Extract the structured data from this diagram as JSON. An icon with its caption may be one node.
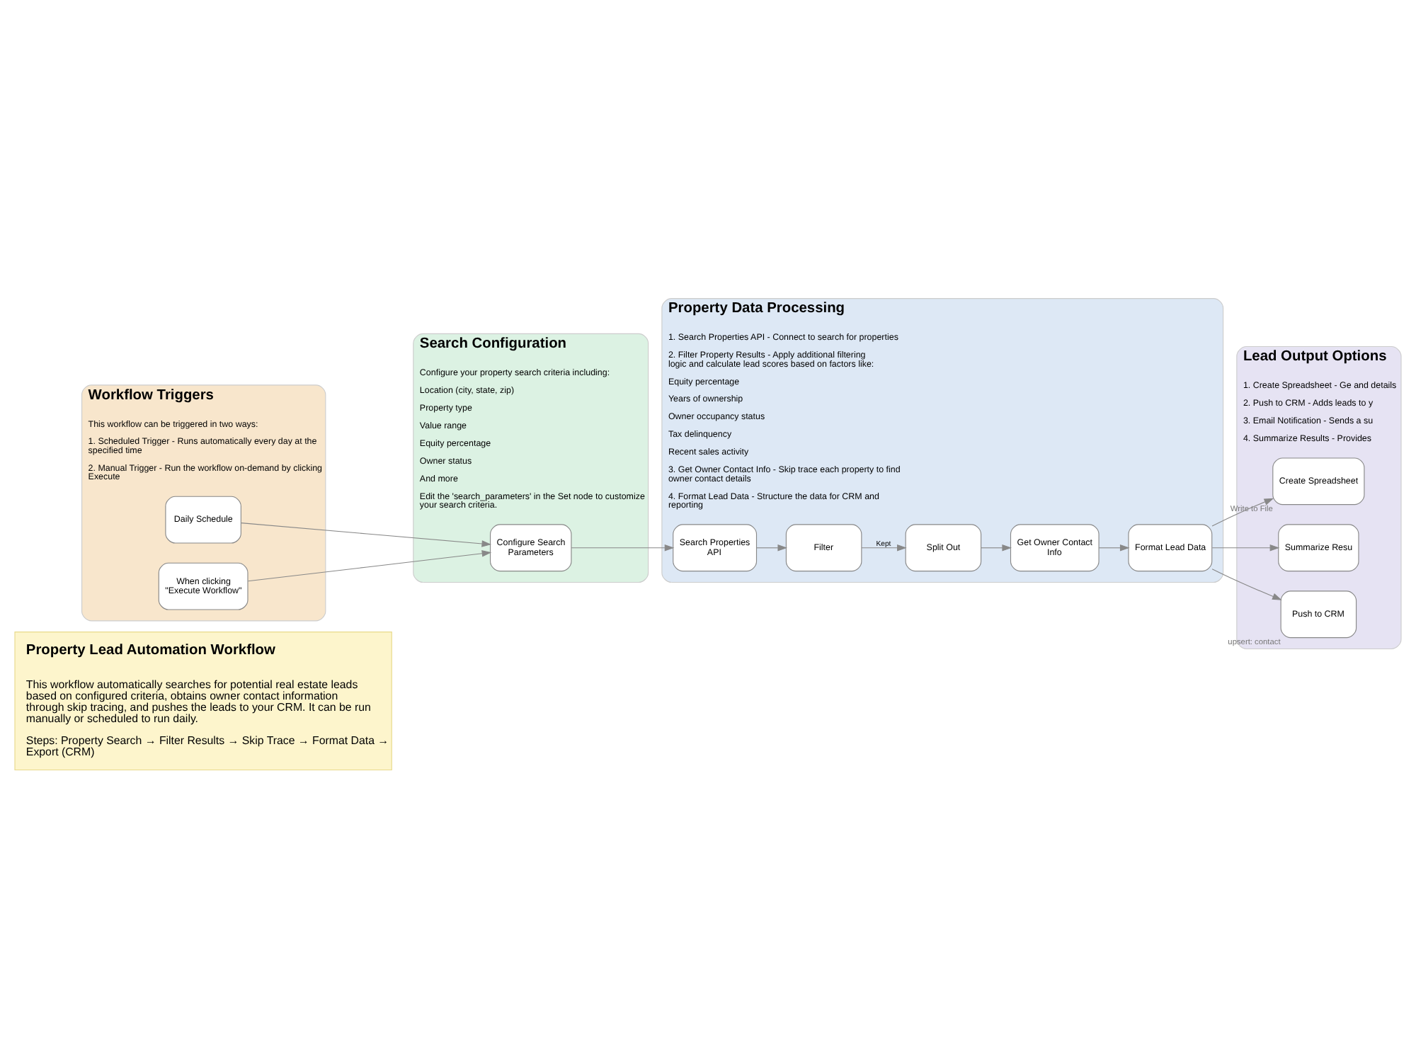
{
  "diagram": {
    "nodes": [
      {
        "text": [
          "Property Lead Automation Workflow",
          "This workflow automatically searches for potential real estate leads based on configured criteria, obtains owner contact information through skip tracing, and pushes the leads to your CRM. It can be run manually or scheduled to run daily.",
          "Steps: Property Search → Filter Results → Skip Trace → Format Data → Export (CRM)"
        ]
      },
      {
        "text": [
          "Workflow Triggers",
          "This workflow can be triggered in two ways:",
          "1. Scheduled Trigger - Runs automatically every day at the specified time",
          "2. Manual Trigger - Run the workflow on-demand by clicking Execute"
        ]
      },
      {
        "text": [
          "Daily Schedule"
        ],
        "in": 1
      },
      {
        "text": [
          "When clicking \"Execute Workflow\""
        ],
        "in": 1
      },
      {
        "text": [
          "Search Configuration",
          "Configure your property search criteria including:",
          "Location (city, state, zip)",
          "Property type",
          "Value range",
          "Equity percentage",
          "Owner status",
          "And more",
          "Edit the 'search_parameters' in the Set node to customize your search criteria."
        ]
      },
      {
        "text": [
          "Configure Search Parameters"
        ],
        "in": 4
      },
      {
        "text": [
          "Property Data Processing",
          "1. Search Properties API - Connect to search for properties",
          "2. Filter Property Results - Apply additional filtering logic and calculate lead scores based on factors like:",
          "Equity percentage",
          "Years of ownership",
          "Owner occupancy status",
          "Tax delinquency",
          "Recent sales activity",
          "3. Get Owner Contact Info - Skip trace each property to find owner contact details",
          "4. Format Lead Data - Structure the data for CRM and reporting"
        ]
      },
      {
        "text": [
          "Search Properties API"
        ],
        "in": 6
      },
      {
        "text": [
          "Filter"
        ],
        "in": 6
      },
      {
        "text": [
          "Split Out"
        ],
        "in": 6
      },
      {
        "text": [
          "Get Owner Contact Info"
        ],
        "in": 6
      },
      {
        "text": [
          "Format Lead Data"
        ],
        "in": 6
      },
      {
        "text": [
          "Lead Output Options",
          "1. Create Spreadsheet - Ge and details",
          "2. Push to CRM - Adds leads to y",
          "3. Email Notification - Sends a su",
          "4. Summarize Results - Provides"
        ]
      },
      {
        "text": [
          "Create Spreadsheet"
        ],
        "in": 12,
        "beside": [
          "Write to File"
        ]
      },
      {
        "text": [
          "Summarize Resu"
        ],
        "in": 12
      },
      {
        "text": [
          "Push to CRM"
        ],
        "in": 12,
        "beside": [
          "upsert: contact"
        ]
      }
    ],
    "edges": [
      {
        "from": 2,
        "to": 5,
        "arrow": "to"
      },
      {
        "from": 3,
        "to": 5,
        "arrow": "to"
      },
      {
        "from": 5,
        "to": 7,
        "arrow": "to"
      },
      {
        "from": 7,
        "to": 8,
        "arrow": "to"
      },
      {
        "from": 8,
        "to": 9,
        "arrow": "to",
        "label": "Kept"
      },
      {
        "from": 9,
        "to": 10,
        "arrow": "to"
      },
      {
        "from": 10,
        "to": 11,
        "arrow": "to"
      },
      {
        "from": 11,
        "to": 13,
        "arrow": "to"
      },
      {
        "from": 11,
        "to": 14,
        "arrow": "to"
      },
      {
        "from": 11,
        "to": 15,
        "arrow": "to"
      }
    ]
  }
}
